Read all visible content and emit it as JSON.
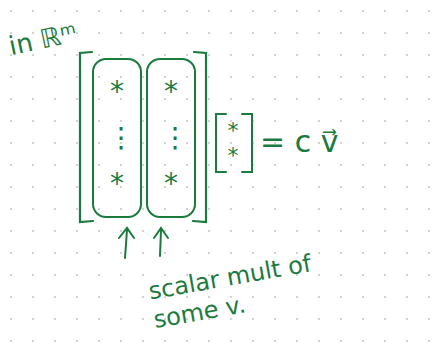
{
  "diagram": {
    "nodes": [
      {
        "text": [
          "* ⋮ *"
        ]
      },
      {
        "text": [
          "* ⋮ *"
        ]
      }
    ],
    "labels": [
      "in ℝᵐ",
      "* *",
      "= c v⃗",
      "scalar mult of some v."
    ]
  }
}
